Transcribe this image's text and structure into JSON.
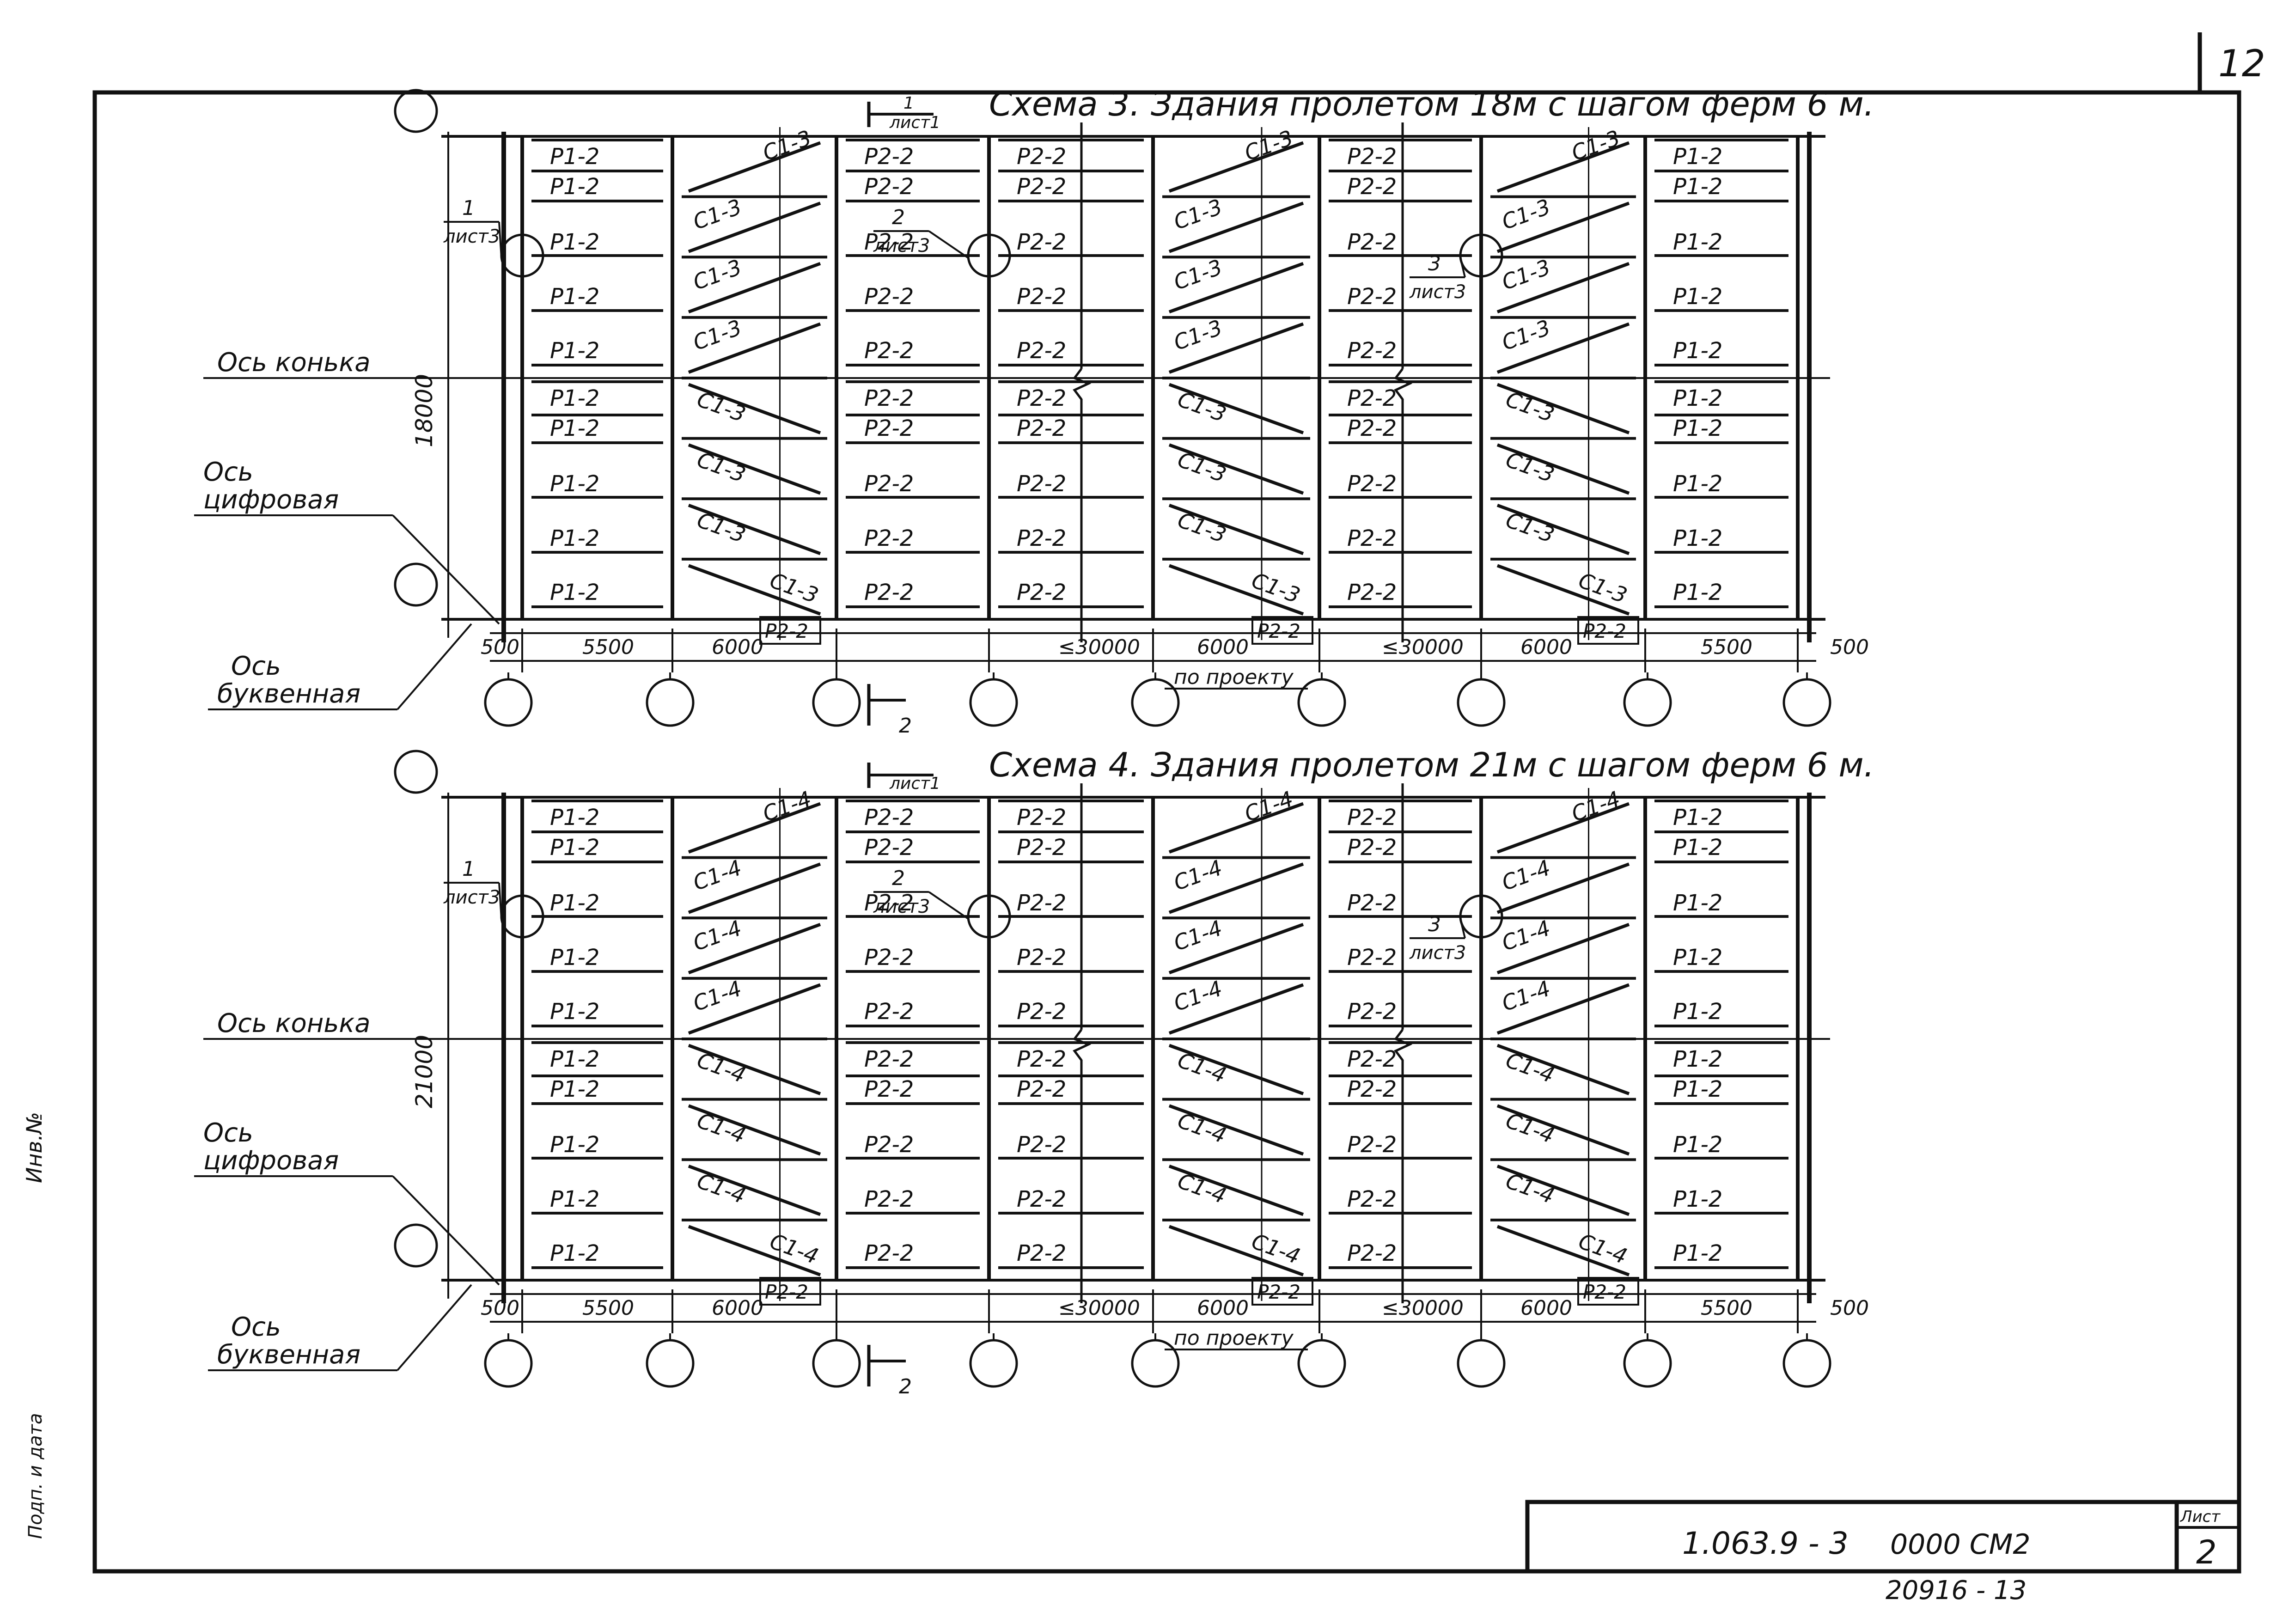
{
  "page_number": "12",
  "title_block": {
    "code": "1.063.9 - 3",
    "doc": "0000 СМ2",
    "sheet_label": "Лист",
    "sheet_number": "2"
  },
  "stamp": "20916 - 13",
  "side_text": [
    "Инв.№",
    "Подп. и дата"
  ],
  "schemes": [
    {
      "title": "Схема 3. Здания пролетом 18м с шагом ферм 6 м.",
      "height_dim": "18000",
      "section_ref": {
        "num": "1",
        "sheet": "лист1"
      },
      "section_bottom": "2",
      "callouts": [
        {
          "num": "1",
          "sheet": "лист3"
        },
        {
          "num": "2",
          "sheet": "лист3"
        },
        {
          "num": "3",
          "sheet": "лист3"
        }
      ],
      "axis_labels": {
        "ridge": "Ось конька",
        "numeric": [
          "Ось",
          "цифровая"
        ],
        "letter": [
          "Ось",
          "буквенная"
        ]
      },
      "bay_dims": [
        "500",
        "5500",
        "6000",
        "≤30000",
        "6000",
        "≤30000",
        "6000",
        "5500",
        "500"
      ],
      "by_project": "по проекту",
      "bottom_marks": [
        "Р2-2",
        "Р2-2",
        "Р2-2"
      ],
      "columns": [
        [
          "Р1-2",
          "Р1-2",
          "Р1-2",
          "Р1-2",
          "Р1-2",
          "Р1-2",
          "Р1-2",
          "Р1-2",
          "Р1-2",
          "Р1-2"
        ],
        [
          "С1-3",
          "С1-3",
          "С1-3",
          "С1-3",
          "С1-3",
          "С1-3",
          "С1-3",
          "С1-3"
        ],
        [
          "Р2-2",
          "Р2-2",
          "Р2-2",
          "Р2-2",
          "Р2-2",
          "Р2-2",
          "Р2-2",
          "Р2-2",
          "Р2-2",
          "Р2-2"
        ],
        [
          "Р2-2",
          "Р2-2",
          "Р2-2",
          "Р2-2",
          "Р2-2",
          "Р2-2",
          "Р2-2",
          "Р2-2",
          "Р2-2",
          "Р2-2"
        ],
        [
          "С1-3",
          "С1-3",
          "С1-3",
          "С1-3",
          "С1-3",
          "С1-3",
          "С1-3",
          "С1-3"
        ],
        [
          "Р2-2",
          "Р2-2",
          "Р2-2",
          "Р2-2",
          "Р2-2",
          "Р2-2",
          "Р2-2",
          "Р2-2",
          "Р2-2",
          "Р2-2"
        ],
        [
          "С1-3",
          "С1-3",
          "С1-3",
          "С1-3",
          "С1-3",
          "С1-3",
          "С1-3",
          "С1-3"
        ],
        [
          "Р1-2",
          "Р1-2",
          "Р1-2",
          "Р1-2",
          "Р1-2",
          "Р1-2",
          "Р1-2",
          "Р1-2",
          "Р1-2",
          "Р1-2"
        ]
      ]
    },
    {
      "title": "Схема 4. Здания пролетом 21м с шагом ферм 6 м.",
      "height_dim": "21000",
      "section_ref": {
        "num": "",
        "sheet": "лист1"
      },
      "section_bottom": "2",
      "callouts": [
        {
          "num": "1",
          "sheet": "лист3"
        },
        {
          "num": "2",
          "sheet": "лист3"
        },
        {
          "num": "3",
          "sheet": "лист3"
        }
      ],
      "axis_labels": {
        "ridge": "Ось конька",
        "numeric": [
          "Ось",
          "цифровая"
        ],
        "letter": [
          "Ось",
          "буквенная"
        ]
      },
      "bay_dims": [
        "500",
        "5500",
        "6000",
        "≤30000",
        "6000",
        "≤30000",
        "6000",
        "5500",
        "500"
      ],
      "by_project": "по проекту",
      "bottom_marks": [
        "Р2-2",
        "Р2-2",
        "Р2-2"
      ],
      "columns": [
        [
          "Р1-2",
          "Р1-2",
          "Р1-2",
          "Р1-2",
          "Р1-2",
          "Р1-2",
          "Р1-2",
          "Р1-2",
          "Р1-2",
          "Р1-2"
        ],
        [
          "С1-4",
          "С1-4",
          "С1-4",
          "С1-4",
          "С1-4",
          "С1-4",
          "С1-4",
          "С1-4"
        ],
        [
          "Р2-2",
          "Р2-2",
          "Р2-2",
          "Р2-2",
          "Р2-2",
          "Р2-2",
          "Р2-2",
          "Р2-2",
          "Р2-2",
          "Р2-2"
        ],
        [
          "Р2-2",
          "Р2-2",
          "Р2-2",
          "Р2-2",
          "Р2-2",
          "Р2-2",
          "Р2-2",
          "Р2-2",
          "Р2-2",
          "Р2-2"
        ],
        [
          "С1-4",
          "С1-4",
          "С1-4",
          "С1-4",
          "С1-4",
          "С1-4",
          "С1-4",
          "С1-4"
        ],
        [
          "Р2-2",
          "Р2-2",
          "Р2-2",
          "Р2-2",
          "Р2-2",
          "Р2-2",
          "Р2-2",
          "Р2-2",
          "Р2-2",
          "Р2-2"
        ],
        [
          "С1-4",
          "С1-4",
          "С1-4",
          "С1-4",
          "С1-4",
          "С1-4",
          "С1-4",
          "С1-4"
        ],
        [
          "Р1-2",
          "Р1-2",
          "Р1-2",
          "Р1-2",
          "Р1-2",
          "Р1-2",
          "Р1-2",
          "Р1-2",
          "Р1-2",
          "Р1-2"
        ]
      ]
    }
  ]
}
